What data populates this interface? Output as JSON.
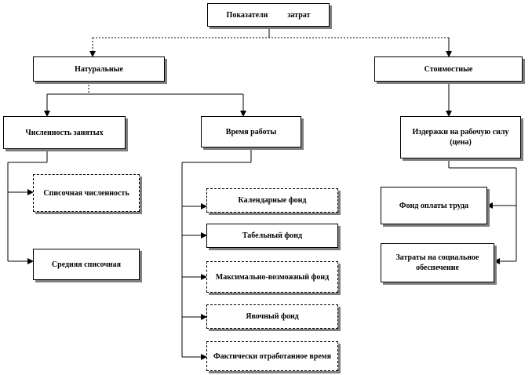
{
  "root": {
    "label": "Показатели          затрат"
  },
  "natural": {
    "label": "Натуральные",
    "headcount": {
      "label": "Численность занятых",
      "items": [
        "Списочная численность",
        "Средняя списочная"
      ]
    },
    "worktime": {
      "label": "Время работы",
      "items": [
        "Календарные фонд",
        "Табельный фонд",
        "Максимально-возможный фонд",
        "Явочный фонд",
        "Фактически отработанное время"
      ]
    }
  },
  "cost": {
    "label": "Стоимостные",
    "labor_cost": {
      "label": "Издержки на рабочую силу (цена)",
      "items": [
        "Фонд оплаты труда",
        "Затраты на социальное обеспечение"
      ]
    }
  }
}
